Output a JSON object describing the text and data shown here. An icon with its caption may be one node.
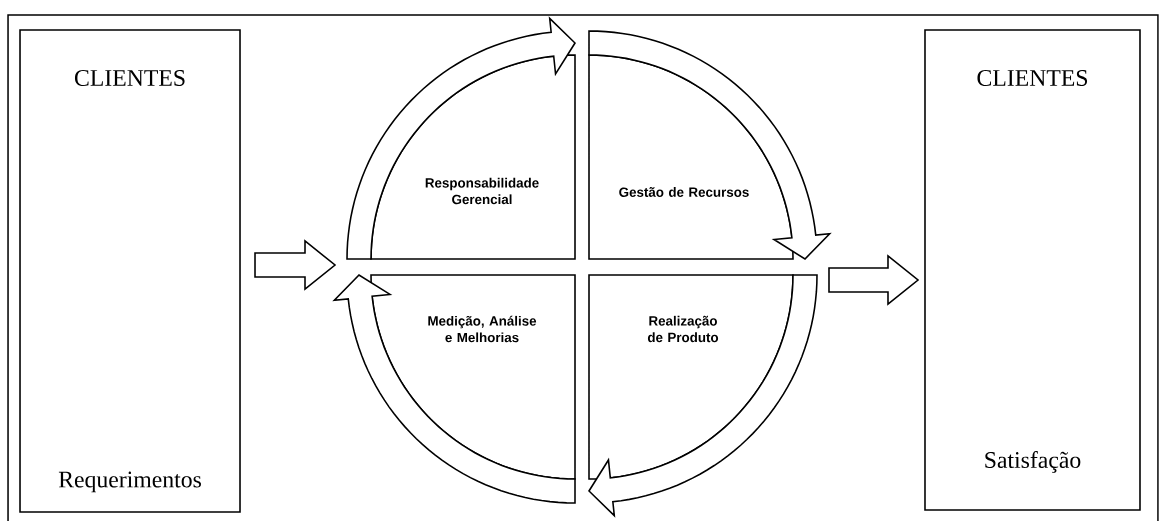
{
  "diagram": {
    "nodes": [
      {
        "text": [
          "CLIENTES",
          "Requerimentos"
        ]
      },
      {
        "text": [
          "Responsabilidade Gerencial"
        ]
      },
      {
        "text": [
          "Gestão de Recursos"
        ]
      },
      {
        "text": [
          "Medição, Análise e Melhorias"
        ]
      },
      {
        "text": [
          "Realização de Produto"
        ]
      },
      {
        "text": [
          "CLIENTES",
          "Satisfação"
        ]
      }
    ],
    "edges": [
      {
        "from": 0,
        "to": 1,
        "arrow": "to"
      },
      {
        "from": 1,
        "to": 2,
        "arrow": "to"
      },
      {
        "from": 2,
        "to": 4,
        "arrow": "to"
      },
      {
        "from": 4,
        "to": 3,
        "arrow": "to"
      },
      {
        "from": 3,
        "to": 1,
        "arrow": "to"
      },
      {
        "from": 4,
        "to": 5,
        "arrow": "to"
      }
    ]
  }
}
